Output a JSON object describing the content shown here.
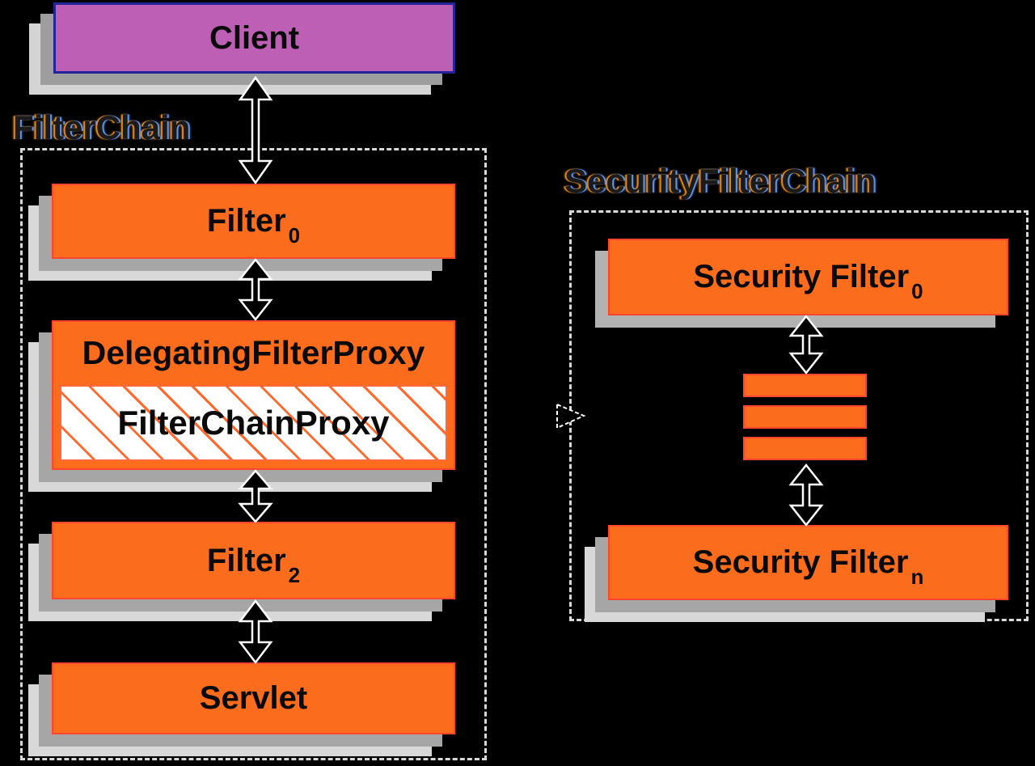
{
  "client": {
    "label": "Client"
  },
  "filter_chain": {
    "label": "FilterChain",
    "nodes": [
      {
        "label": "Filter",
        "sub": "0"
      },
      {
        "label": "DelegatingFilterProxy",
        "inner_label": "FilterChainProxy"
      },
      {
        "label": "Filter",
        "sub": "2"
      },
      {
        "label": "Servlet"
      }
    ]
  },
  "security_filter_chain": {
    "label": "SecurityFilterChain",
    "top_node": {
      "label": "Security Filter",
      "sub": "0"
    },
    "bottom_node": {
      "label": "Security Filter",
      "sub": "n"
    },
    "stack_bar_count": 3
  },
  "arrows": [
    {
      "from": "Client",
      "to": "Filter0",
      "type": "bidirectional"
    },
    {
      "from": "Filter0",
      "to": "DelegatingFilterProxy",
      "type": "bidirectional"
    },
    {
      "from": "DelegatingFilterProxy",
      "to": "Filter2",
      "type": "bidirectional"
    },
    {
      "from": "Filter2",
      "to": "Servlet",
      "type": "bidirectional"
    },
    {
      "from": "SecurityFilter0",
      "to": "filter-stack",
      "type": "bidirectional"
    },
    {
      "from": "filter-stack",
      "to": "SecurityFilterN",
      "type": "bidirectional"
    },
    {
      "from": "FilterChainProxy",
      "to": "SecurityFilterChain",
      "type": "directional-right"
    }
  ],
  "colors": {
    "background": "#000000",
    "box_orange": "#fb6d1d",
    "box_orange_border": "#ff4430",
    "client_purple": "#bd5fb4",
    "client_border": "#24249a",
    "shadow_gray": "#a6a6a6",
    "shadow_light_gray": "#d8d8d8",
    "dashed_border": "#d8d8d8",
    "hatch_line": "#ff6a2c",
    "box_text": "#0a0a0a"
  }
}
